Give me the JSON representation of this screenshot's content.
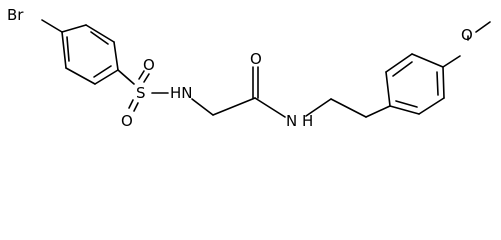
{
  "molecule": {
    "atoms": {
      "br": "Br",
      "s": "S",
      "o_sulfonyl_top": "O",
      "o_sulfonyl_bottom": "O",
      "nh_sulfonamide": "HN",
      "o_carbonyl": "O",
      "nh_amide": "N H",
      "o_methoxy": "O"
    }
  }
}
